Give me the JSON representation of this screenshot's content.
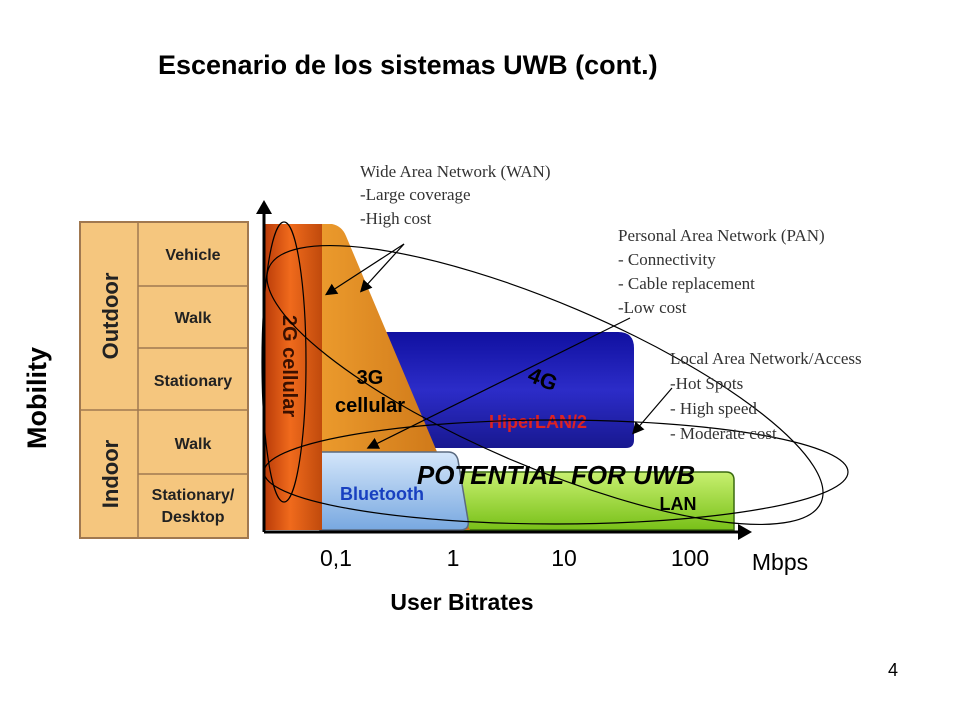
{
  "slide": {
    "title": "Escenario de los sistemas UWB (cont.)",
    "page_number": "4"
  },
  "mobility_table": {
    "axis_label": "Mobility",
    "groups": [
      {
        "label": "Outdoor",
        "rows": [
          "Vehicle",
          "Walk",
          "Stationary"
        ]
      },
      {
        "label": "Indoor",
        "rows": [
          "Walk",
          "Stationary/",
          "Desktop"
        ]
      }
    ]
  },
  "regions": {
    "g2": "2G cellular",
    "g3_line1": "3G",
    "g3_line2": "cellular",
    "g4": "4G",
    "hiperlan": "HiperLAN/2",
    "bluetooth": "Bluetooth",
    "lan": "LAN",
    "uwb": "POTENTIAL FOR UWB"
  },
  "x_axis": {
    "ticks": [
      "0,1",
      "1",
      "10",
      "100"
    ],
    "unit": "Mbps",
    "label": "User Bitrates"
  },
  "callouts": {
    "wan": [
      "Wide Area Network (WAN)",
      "-Large coverage",
      "-High cost"
    ],
    "pan": [
      "Personal Area Network (PAN)",
      "- Connectivity",
      "- Cable replacement",
      "-Low cost"
    ],
    "lan": [
      "Local Area Network/Access",
      "-Hot Spots",
      "- High speed",
      "- Moderate cost"
    ]
  },
  "colors": {
    "table_fill": "#f5c67e",
    "g2_fill": "#e85a14",
    "g3_fill": "#e08a1c",
    "g4_fill": "#1e1eaa",
    "hiperlan_text": "#dd2222",
    "bluetooth_fill": "#a8c8f0",
    "bluetooth_text": "#1840c0",
    "lan_fill": "#98d830"
  }
}
